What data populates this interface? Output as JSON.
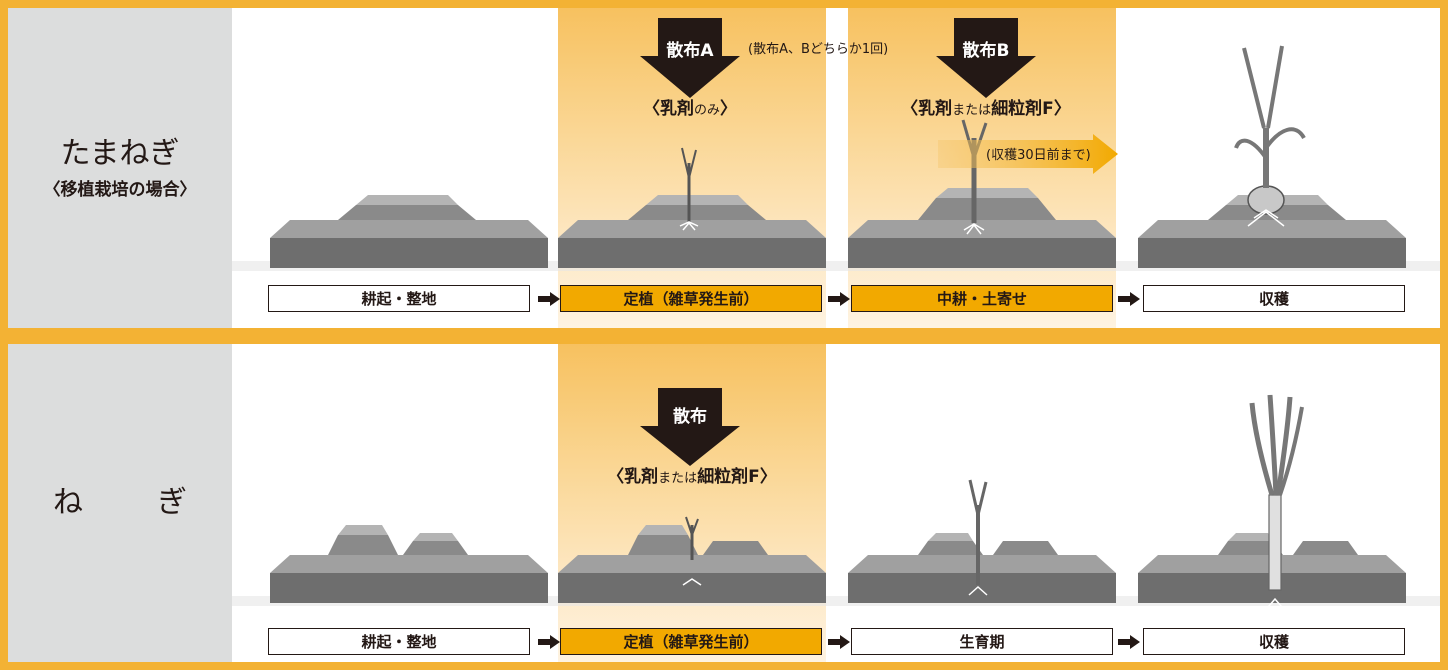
{
  "onion": {
    "crop_name": "たまねぎ",
    "crop_sub": "〈移植栽培の場合〉",
    "stages": [
      "耕起・整地",
      "定植（雑草発生前）",
      "中耕・土寄せ",
      "収穫"
    ],
    "spray_a": {
      "label": "散布A",
      "product_open": "〈",
      "product_main": "乳剤",
      "product_small": "のみ",
      "product_close": "〉"
    },
    "spray_b": {
      "label": "散布B",
      "product_open": "〈",
      "product_main": "乳剤",
      "product_small": "または",
      "product_main2": "細粒剤F",
      "product_close": "〉"
    },
    "spray_note": "(散布A、Bどちらか1回)",
    "deadline_note": "(収穫30日前まで)"
  },
  "leek": {
    "crop_name": "ね　ぎ",
    "stages": [
      "耕起・整地",
      "定植（雑草発生前）",
      "生育期",
      "収穫"
    ],
    "spray": {
      "label": "散布",
      "product_open": "〈",
      "product_main": "乳剤",
      "product_small": "または",
      "product_main2": "細粒剤F",
      "product_close": "〉"
    }
  },
  "colors": {
    "frame": "#f3b234",
    "label_bg": "#dcdddd",
    "active_stage": "#f2a900",
    "soil": "#8c8c8c",
    "arrow_dark": "#231815"
  }
}
